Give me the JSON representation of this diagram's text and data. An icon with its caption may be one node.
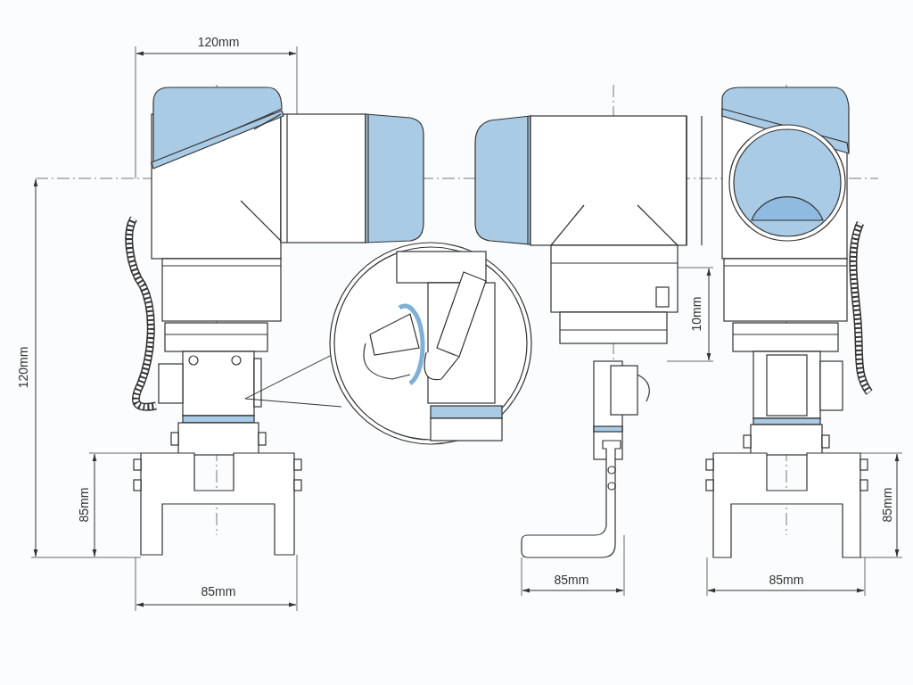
{
  "diagram": {
    "labels": [
      "120mm",
      "120mm",
      "10mm",
      "85mm",
      "85mm",
      "85mm",
      "85mm",
      "85mm"
    ]
  }
}
